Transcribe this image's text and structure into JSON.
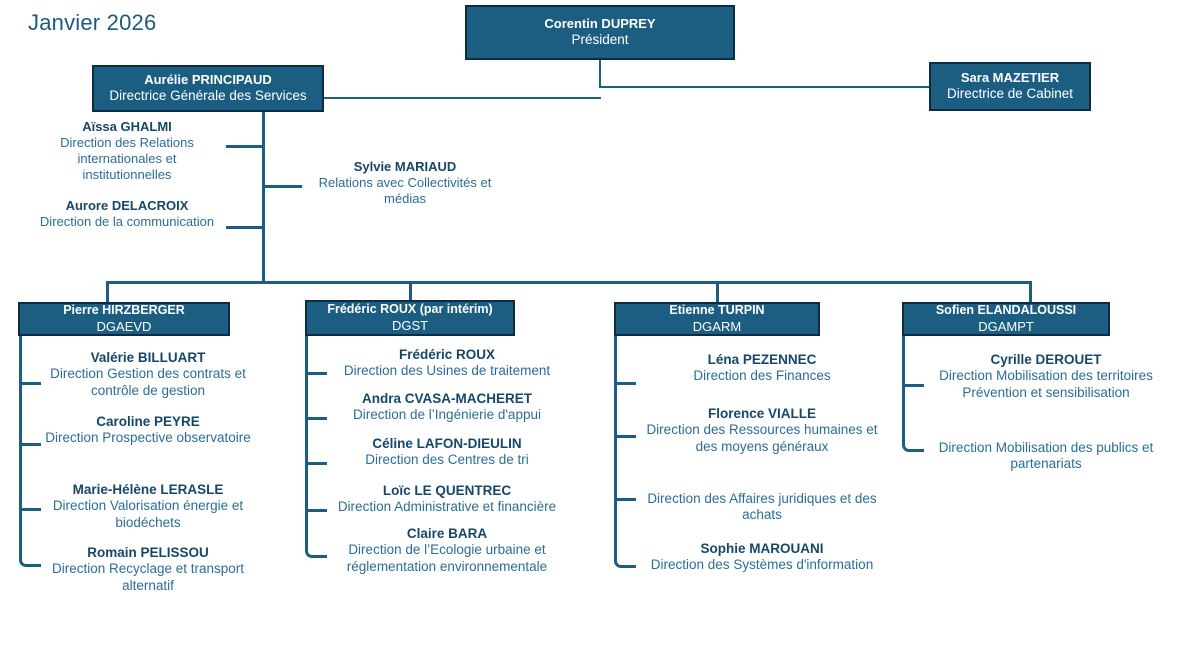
{
  "meta": {
    "title": "Janvier 2026",
    "accent_box_fill": "#1b5e82",
    "accent_box_border": "#0d2b45",
    "line_color": "#1b5e82",
    "name_color": "#16476b",
    "direction_color": "#2b6e95"
  },
  "top": {
    "president": {
      "name": "Corentin DUPREY",
      "role": "Président"
    },
    "dgs": {
      "name": "Aurélie PRINCIPAUD",
      "role": "Directrice Générale des Services"
    },
    "cabinet": {
      "name": "Sara MAZETIER",
      "role": "Directrice de Cabinet"
    }
  },
  "staff": [
    {
      "name": "Aïssa GHALMI",
      "direction": "Direction des Relations internationales et institutionnelles"
    },
    {
      "name": "Aurore DELACROIX",
      "direction": "Direction de la communication"
    },
    {
      "name": "Sylvie MARIAUD",
      "direction": "Relations avec Collectivités et médias"
    }
  ],
  "departments": [
    {
      "head_name": "Pierre HIRZBERGER",
      "head_role": "DGAEVD",
      "items": [
        {
          "name": "Valérie BILLUART",
          "direction": "Direction Gestion des contrats et contrôle de gestion"
        },
        {
          "name": "Caroline PEYRE",
          "direction": "Direction Prospective observatoire"
        },
        {
          "name": "Marie-Hélène LERASLE",
          "direction": "Direction Valorisation énergie et biodéchets"
        },
        {
          "name": "Romain PELISSOU",
          "direction": "Direction Recyclage et transport alternatif"
        }
      ]
    },
    {
      "head_name": "Frédéric ROUX (par intérim)",
      "head_role": "DGST",
      "items": [
        {
          "name": "Frédéric ROUX",
          "direction": "Direction des Usines de traitement"
        },
        {
          "name": "Andra CVASA-MACHERET",
          "direction": "Direction de l’Ingénierie d'appui"
        },
        {
          "name": "Céline LAFON-DIEULIN",
          "direction": "Direction des Centres de tri"
        },
        {
          "name": "Loïc LE QUENTREC",
          "direction": "Direction Administrative et financière"
        },
        {
          "name": "Claire BARA",
          "direction": "Direction de l’Ecologie urbaine et réglementation environnementale"
        }
      ]
    },
    {
      "head_name": "Etienne TURPIN",
      "head_role": "DGARM",
      "items": [
        {
          "name": "Léna PEZENNEC",
          "direction": "Direction des Finances"
        },
        {
          "name": "Florence VIALLE",
          "direction": "Direction des Ressources humaines et des moyens généraux"
        },
        {
          "name": "",
          "direction": "Direction des Affaires juridiques et des achats"
        },
        {
          "name": "Sophie MAROUANI",
          "direction": "Direction des Systèmes d'information"
        }
      ]
    },
    {
      "head_name": "Sofien ELANDALOUSSI",
      "head_role": "DGAMPT",
      "items": [
        {
          "name": "Cyrille DEROUET",
          "direction": "Direction Mobilisation des territoires Prévention et sensibilisation"
        },
        {
          "name": "",
          "direction": "Direction Mobilisation des publics et partenariats"
        }
      ]
    }
  ]
}
